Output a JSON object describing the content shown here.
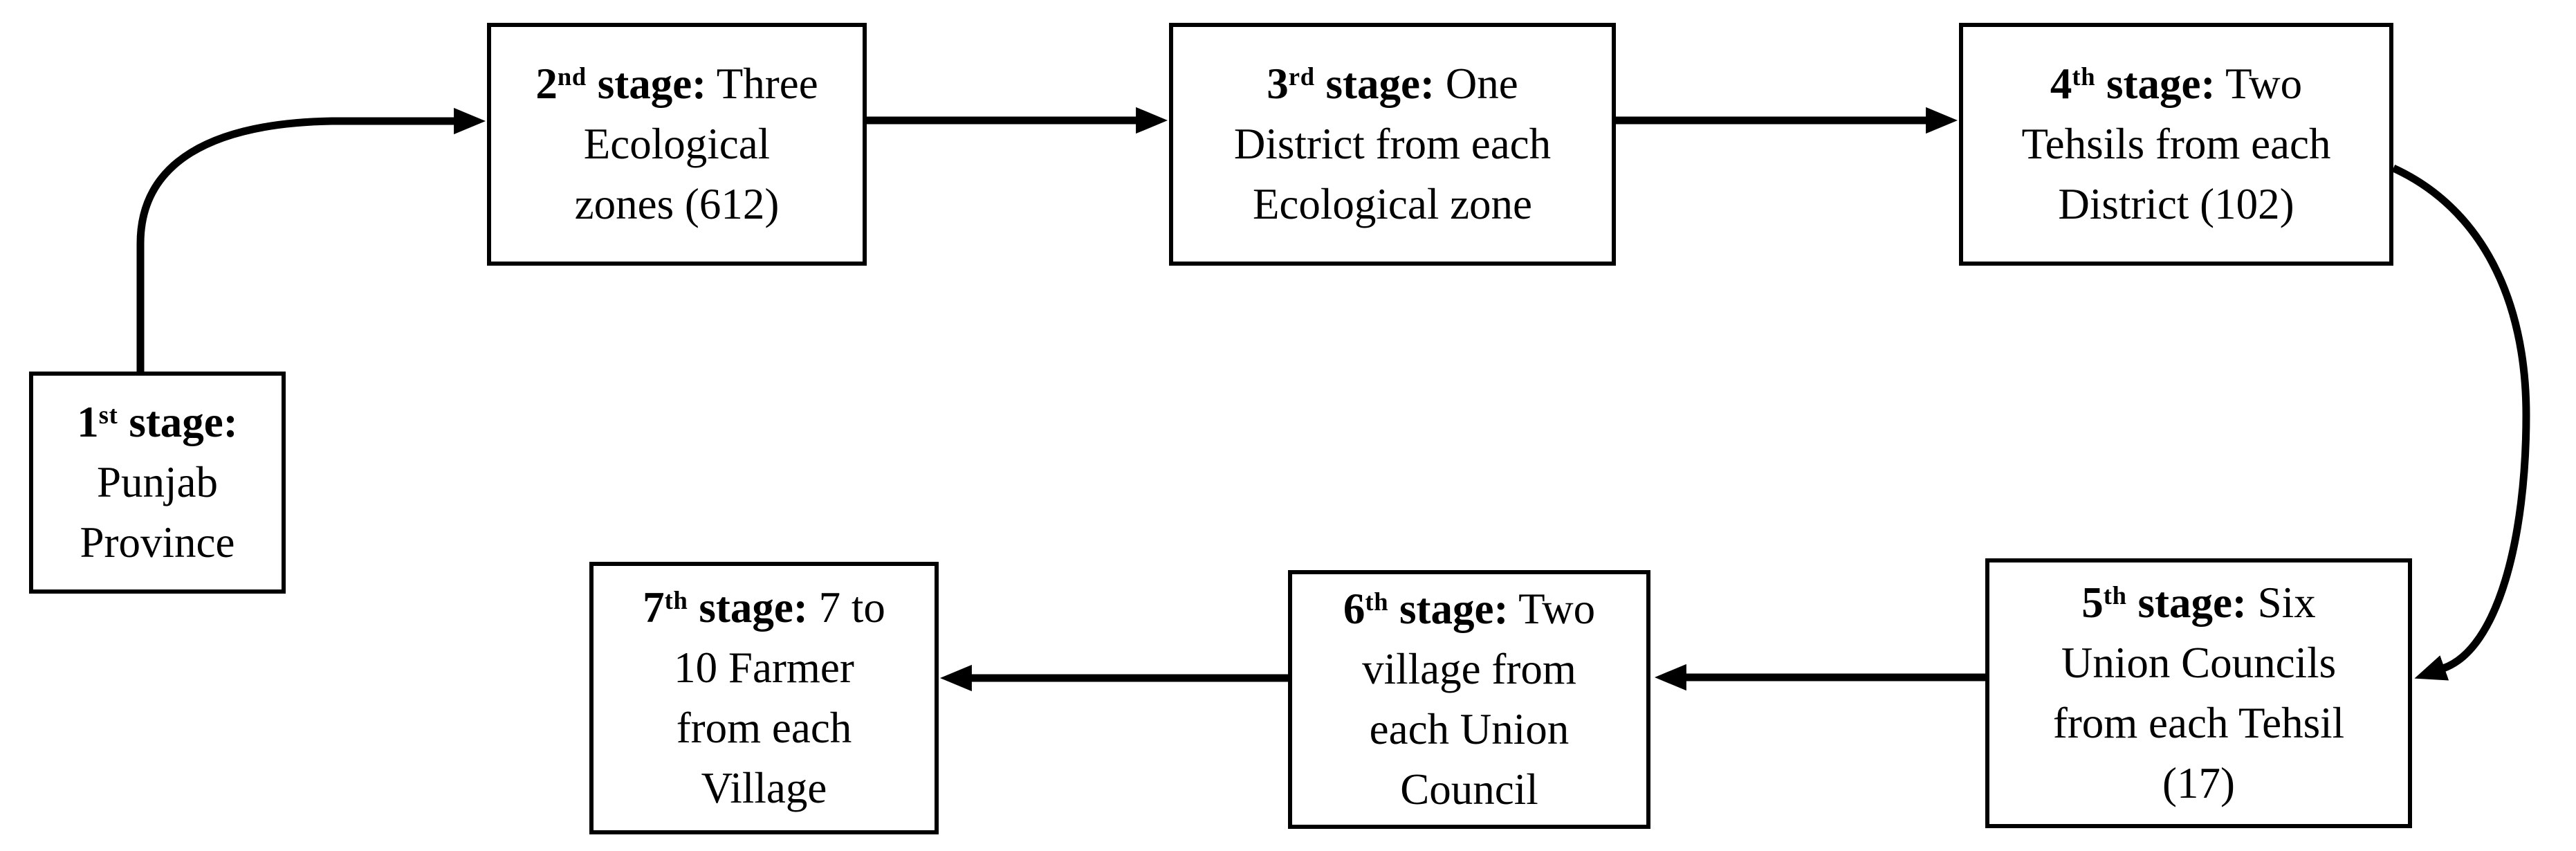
{
  "diagram": {
    "title": "Multi-stage sampling flowchart",
    "background_color": "#ffffff",
    "box_border_color": "#000000",
    "arrow_color": "#000000",
    "text_color": "#000000",
    "stages": [
      {
        "number": "1",
        "ordinal": "st",
        "stage_label": "stage:",
        "line1_rest": "",
        "body_lines": [
          "Punjab",
          "Province"
        ]
      },
      {
        "number": "2",
        "ordinal": "nd",
        "stage_label": "stage:",
        "line1_rest": " Three",
        "body_lines": [
          "Ecological",
          "zones (612)"
        ]
      },
      {
        "number": "3",
        "ordinal": "rd",
        "stage_label": "stage:",
        "line1_rest": " One",
        "body_lines": [
          "District from each",
          "Ecological zone"
        ]
      },
      {
        "number": "4",
        "ordinal": "th",
        "stage_label": "stage:",
        "line1_rest": " Two",
        "body_lines": [
          "Tehsils from each",
          "District (102)"
        ]
      },
      {
        "number": "5",
        "ordinal": "th",
        "stage_label": "stage:",
        "line1_rest": " Six",
        "body_lines": [
          "Union Councils",
          "from each Tehsil",
          "(17)"
        ]
      },
      {
        "number": "6",
        "ordinal": "th",
        "stage_label": "stage:",
        "line1_rest": " Two",
        "body_lines": [
          "village from",
          "each Union",
          "Council"
        ]
      },
      {
        "number": "7",
        "ordinal": "th",
        "stage_label": "stage:",
        "line1_rest": " 7 to",
        "body_lines": [
          "10 Farmer",
          "from each",
          "Village"
        ]
      }
    ],
    "connections": [
      {
        "from": "stage-1",
        "to": "stage-2"
      },
      {
        "from": "stage-2",
        "to": "stage-3"
      },
      {
        "from": "stage-3",
        "to": "stage-4"
      },
      {
        "from": "stage-4",
        "to": "stage-5"
      },
      {
        "from": "stage-5",
        "to": "stage-6"
      },
      {
        "from": "stage-6",
        "to": "stage-7"
      }
    ]
  }
}
